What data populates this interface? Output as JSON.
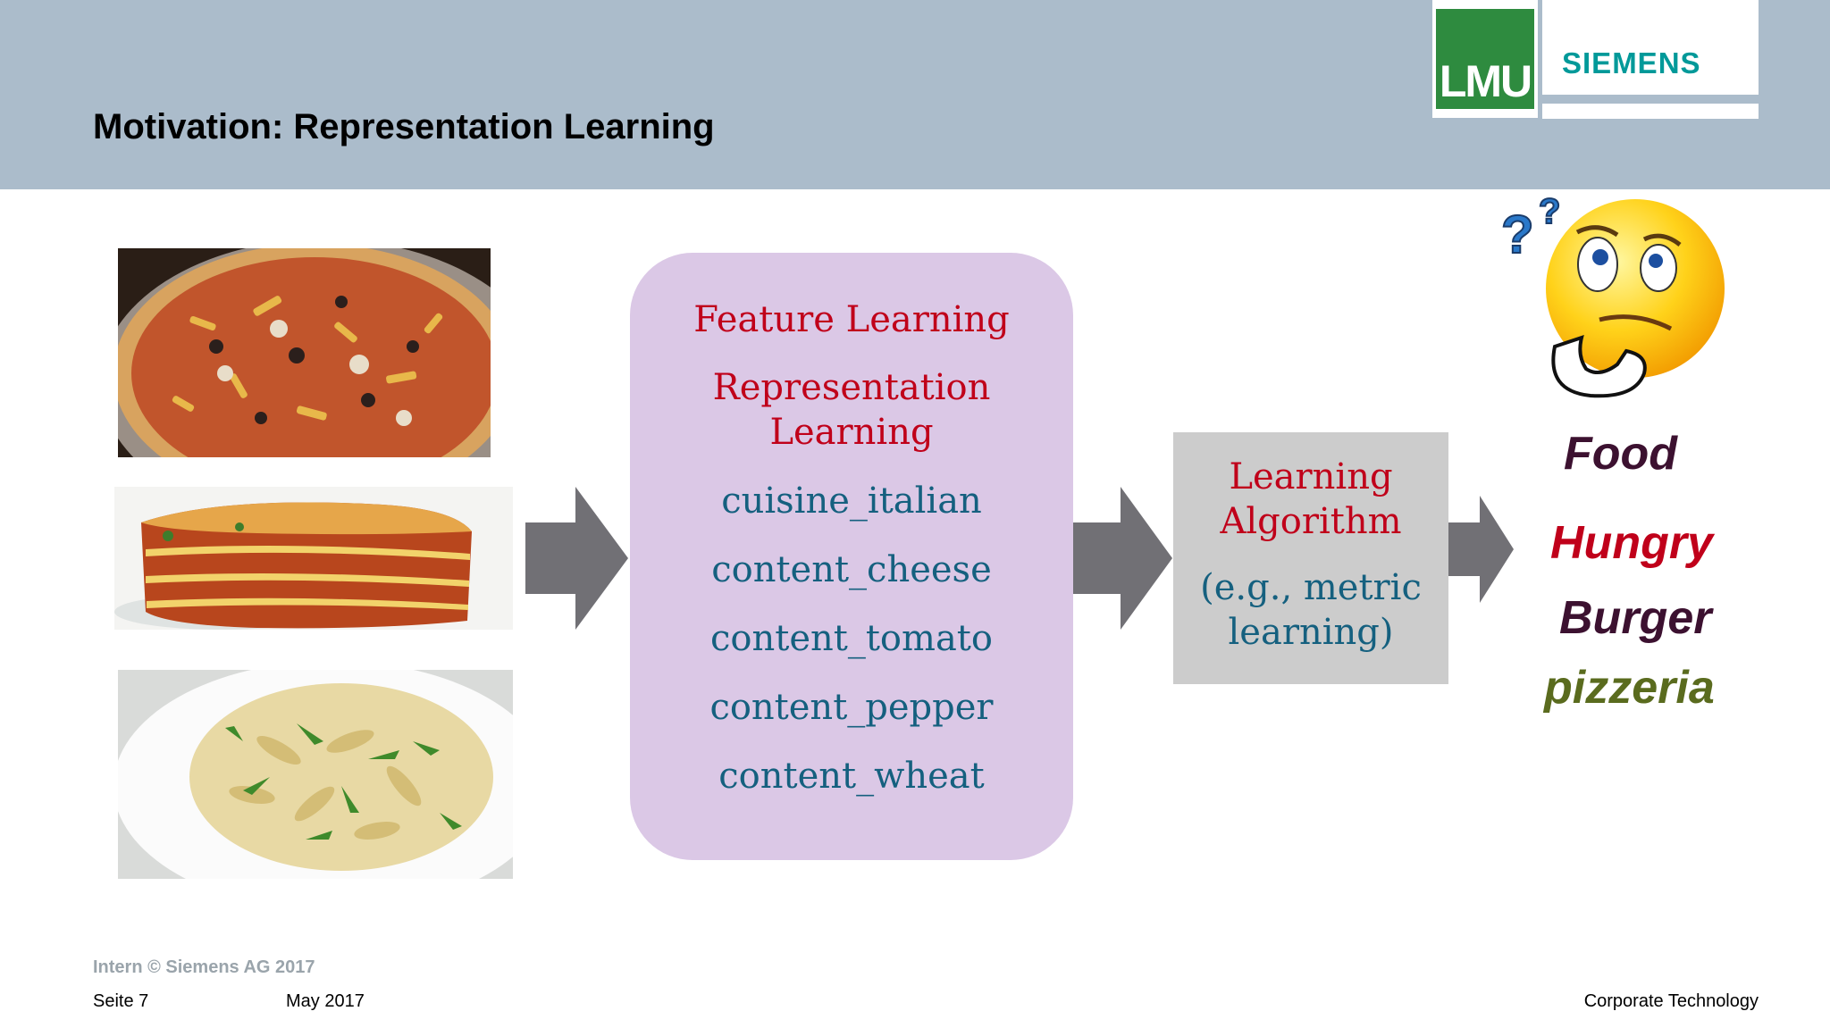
{
  "slide": {
    "title": "Motivation: Representation Learning"
  },
  "logos": {
    "lmu": "LMU",
    "siemens": "SIEMENS",
    "lmu_color": "#2e8b3f",
    "siemens_color": "#009999"
  },
  "images": [
    {
      "name": "pizza-photo",
      "icon": "pizza-image"
    },
    {
      "name": "lasagna-photo",
      "icon": "lasagna-image"
    },
    {
      "name": "pasta-photo",
      "icon": "pasta-image"
    }
  ],
  "feature_box": {
    "heading": "Feature Learning",
    "subheading_line1": "Representation",
    "subheading_line2": "Learning",
    "features": [
      "cuisine_italian",
      "content_cheese",
      "content_tomato",
      "content_pepper",
      "content_wheat"
    ]
  },
  "algorithm_box": {
    "title_line1": "Learning",
    "title_line2": "Algorithm",
    "note_line1": "(e.g., metric",
    "note_line2": "learning)"
  },
  "outputs": {
    "food": "Food",
    "hungry": "Hungry",
    "burger": "Burger",
    "pizzeria": "pizzeria"
  },
  "footer": {
    "copyright": "Intern © Siemens AG 2017",
    "page": "Seite 7",
    "date": "May 2017",
    "department": "Corporate Technology"
  },
  "colors": {
    "header_bg": "#abbccb",
    "feature_box_bg": "#dbc8e6",
    "algo_box_bg": "#cccccc",
    "arrow": "#717075",
    "text_red": "#c0001a",
    "text_blue": "#15607f"
  }
}
